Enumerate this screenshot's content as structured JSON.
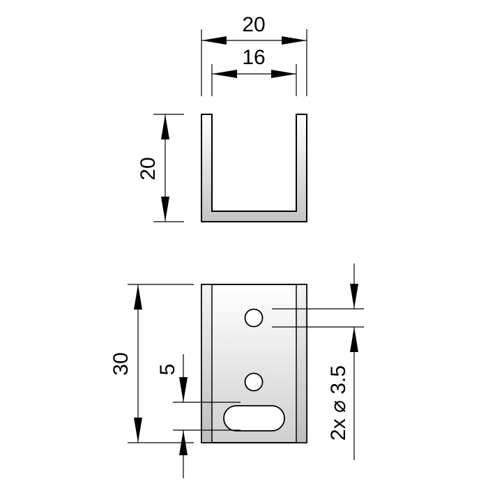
{
  "top_view": {
    "outer_width_label": "20",
    "inner_width_label": "16",
    "height_label": "20"
  },
  "front_view": {
    "height_label": "30",
    "slot_offset_label": "5",
    "hole_label": "2x ⌀ 3.5"
  },
  "colors": {
    "line": "#000000",
    "part_light": "#f0f0f0",
    "part_dark": "#c8c8c8",
    "background": "#ffffff"
  }
}
